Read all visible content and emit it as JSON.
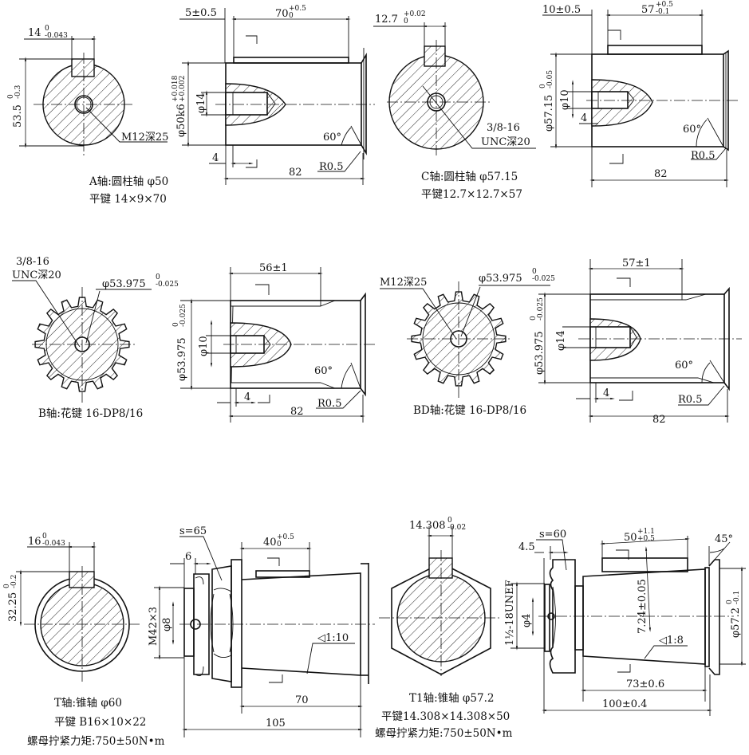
{
  "view_A": {
    "key_width": "14",
    "key_width_upper": "0",
    "key_width_lower": "-0.043",
    "key_height": "53.5",
    "key_height_upper": "0",
    "key_height_lower": "-0.3",
    "thread": "M12深25",
    "offset": "5±0.5",
    "key_length": "70",
    "key_length_upper": "+0.5",
    "key_length_lower": "0",
    "diameter": "φ50k6",
    "diameter_upper": "+0.018",
    "diameter_lower": "+0.002",
    "hole_diameter": "φ14",
    "angle": "60°",
    "radius": "R0.5",
    "depth": "4",
    "length": "82",
    "caption_1": "A轴:圆柱轴 φ50",
    "caption_2": "平键 14×9×70"
  },
  "view_C": {
    "key_width": "12.7",
    "key_width_upper": "+0.02",
    "key_width_lower": "0",
    "thread_1": "3/8-16",
    "thread_2": "UNC深20",
    "offset": "10±0.5",
    "key_length": "57",
    "key_length_upper": "+0.5",
    "key_length_lower": "-0.1",
    "diameter": "φ57.15",
    "diameter_upper": "0",
    "diameter_lower": "-0.05",
    "hole_diameter": "φ10",
    "depth": "4",
    "angle": "60°",
    "radius": "R0.5",
    "length": "82",
    "caption_1": "C轴:圆柱轴 φ57.15",
    "caption_2": "平键12.7×12.7×57"
  },
  "view_B": {
    "thread_1": "3/8-16",
    "thread_2": "UNC深20",
    "spline_diameter": "φ53.975",
    "spline_upper": "0",
    "spline_lower": "-0.025",
    "spline_length": "56±1",
    "diameter": "φ53.975",
    "diameter_upper": "0",
    "diameter_lower": "-0.025",
    "hole_diameter": "φ10",
    "angle": "60°",
    "depth": "4",
    "radius": "R0.5",
    "length": "82",
    "caption": "B轴:花键 16-DP8/16"
  },
  "view_BD": {
    "thread": "M12深25",
    "spline_diameter": "φ53.975",
    "spline_upper": "0",
    "spline_lower": "-0.025",
    "spline_length": "57±1",
    "diameter": "φ53.975",
    "diameter_upper": "0",
    "diameter_lower": "-0.025",
    "hole_diameter": "φ14",
    "angle": "60°",
    "depth": "4",
    "radius": "R0.5",
    "length": "82",
    "caption": "BD轴:花键 16-DP8/16"
  },
  "view_T": {
    "key_width": "16",
    "key_width_upper": "0",
    "key_width_lower": "-0.043",
    "key_height": "32.25",
    "key_height_upper": "0",
    "key_height_lower": "-0.2",
    "nut_size": "s=65",
    "washer": "6",
    "key_length": "40",
    "key_length_upper": "+0.5",
    "key_length_lower": "0",
    "thread": "M42×3",
    "pin_hole": "φ8",
    "taper": "◁1:10",
    "cone_length": "70",
    "total_length": "105",
    "caption_1": "T轴:锥轴 φ60",
    "caption_2": "平键 B16×10×22",
    "caption_3": "螺母拧紧力矩:750±50N•m"
  },
  "view_T1": {
    "key_width": "14.308",
    "key_width_upper": "0",
    "key_width_lower": "-0.02",
    "nut_size": "s=60",
    "washer": "4.5",
    "key_length": "50",
    "key_length_upper": "+1.1",
    "key_length_lower": "+0.5",
    "chamfer": "45°",
    "thread": "1½-18UNEF",
    "pin_hole": "φ4",
    "key_depth": "7.24±0.05",
    "taper": "◁1:8",
    "cone_length": "73±0.6",
    "total_length": "100±0.4",
    "diameter": "φ57.2",
    "diameter_upper": "0",
    "diameter_lower": "-0.1",
    "caption_1": "T1轴:锥轴 φ57.2",
    "caption_2": "平键14.308×14.308×50",
    "caption_3": "螺母拧紧力矩:750±50N•m"
  }
}
